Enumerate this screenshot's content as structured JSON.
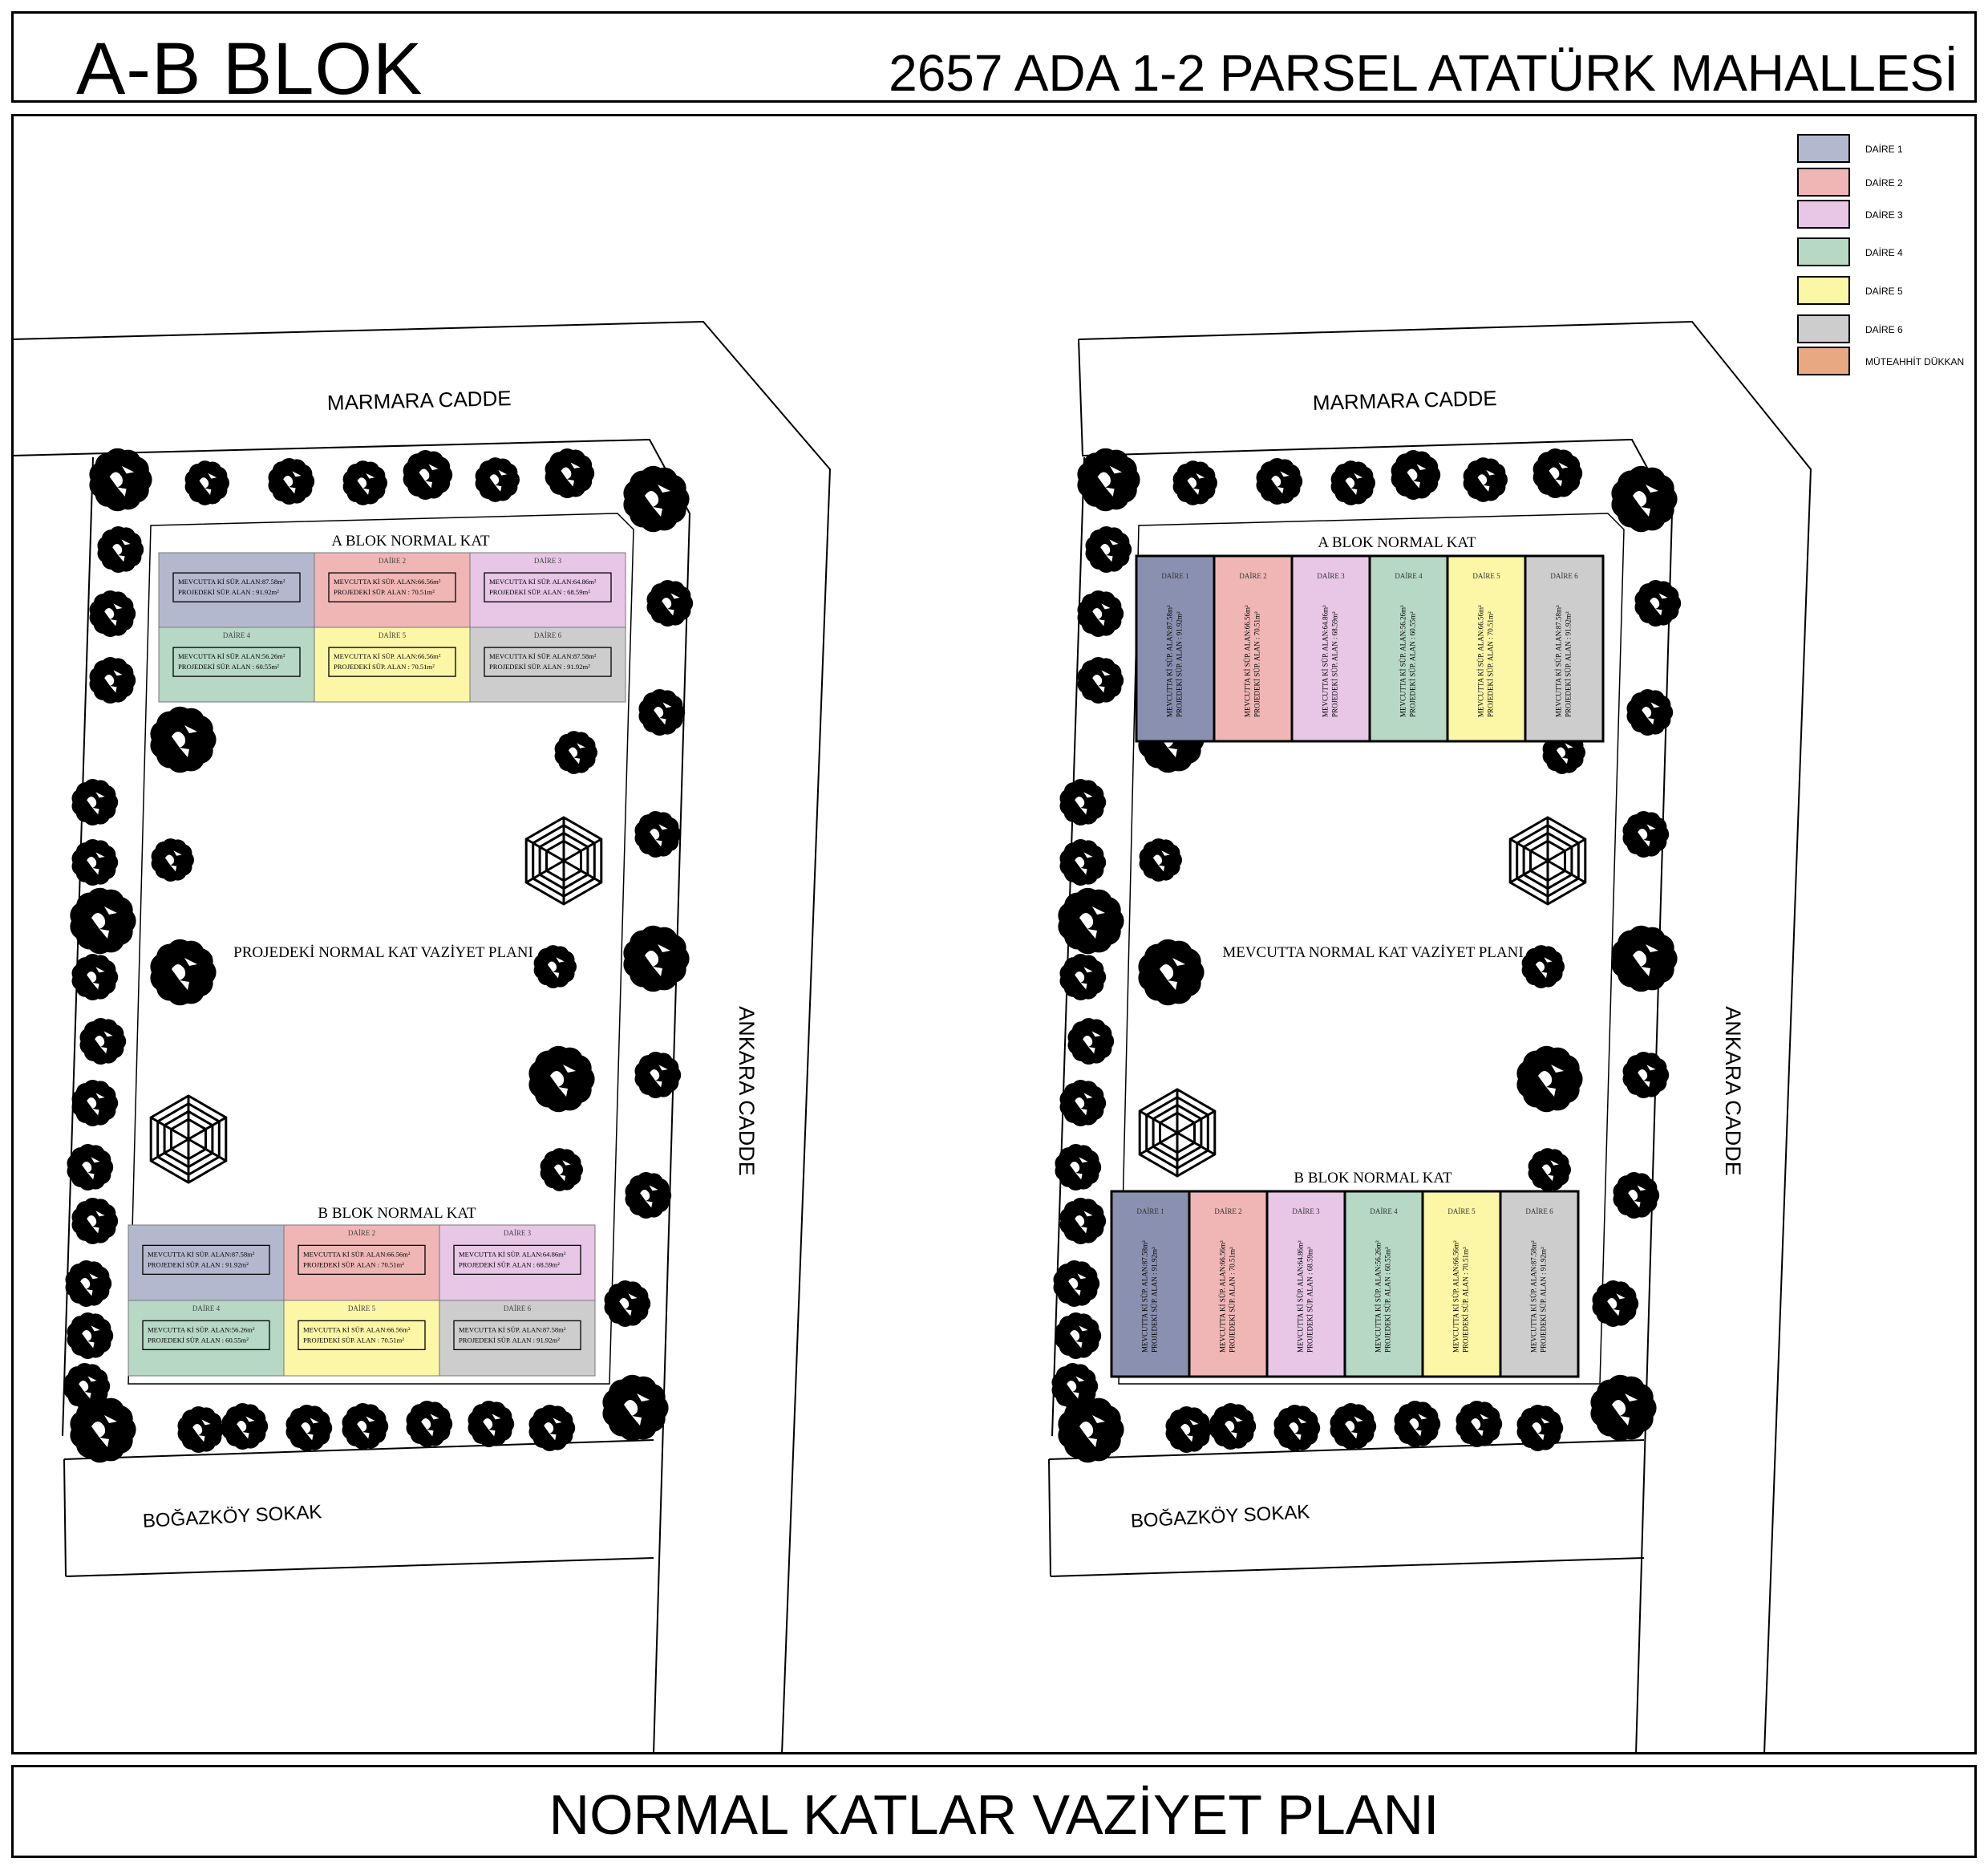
{
  "header": {
    "block_title": "A-B BLOK",
    "project_title": "2657 ADA 1-2 PARSEL ATATÜRK MAHALLESİ"
  },
  "footer": {
    "title": "NORMAL KATLAR  VAZİYET PLANI"
  },
  "streets": {
    "north": "MARMARA CADDE",
    "east": "ANKARA CADDE",
    "south": "BOĞAZKÖY SOKAK"
  },
  "plans": {
    "left": "PROJEDEKİ NORMAL KAT VAZİYET PLANI",
    "right": "MEVCUTTA NORMAL KAT VAZİYET PLANI"
  },
  "blocks": {
    "a": "A BLOK NORMAL KAT",
    "b": "B BLOK NORMAL KAT"
  },
  "legend": [
    {
      "label": "DAİRE 1",
      "color": "#b4b8cf"
    },
    {
      "label": "DAİRE 2",
      "color": "#f0b6b6"
    },
    {
      "label": "DAİRE 3",
      "color": "#e8c6e6"
    },
    {
      "label": "DAİRE 4",
      "color": "#b6d8c4"
    },
    {
      "label": "DAİRE 5",
      "color": "#fbf7a6"
    },
    {
      "label": "DAİRE 6",
      "color": "#cdcdcd"
    },
    {
      "label": "MÜTEAHHİT DÜKKAN",
      "color": "#e8a882"
    }
  ],
  "dark_daire1_color": "#8a91b0",
  "units": [
    {
      "name": "DAİRE 1",
      "existing": "MEVCUTTA Kİ SÜP. ALAN:87.58m²",
      "projected": "PROJEDEKİ SÜP. ALAN : 91.92m²"
    },
    {
      "name": "DAİRE 2",
      "existing": "MEVCUTTA Kİ SÜP. ALAN:66.56m²",
      "projected": "PROJEDEKİ SÜP. ALAN : 70.51m²"
    },
    {
      "name": "DAİRE 3",
      "existing": "MEVCUTTA Kİ SÜP. ALAN:64.86m²",
      "projected": "PROJEDEKİ SÜP. ALAN : 68.59m²"
    },
    {
      "name": "DAİRE 4",
      "existing": "MEVCUTTA Kİ SÜP. ALAN:56.26m²",
      "projected": "PROJEDEKİ SÜP. ALAN : 60.55m²"
    },
    {
      "name": "DAİRE 5",
      "existing": "MEVCUTTA Kİ SÜP. ALAN:66.56m²",
      "projected": "PROJEDEKİ SÜP. ALAN : 70.51m²"
    },
    {
      "name": "DAİRE 6",
      "existing": "MEVCUTTA Kİ SÜP. ALAN:87.58m²",
      "projected": "PROJEDEKİ SÜP. ALAN : 91.92m²"
    }
  ]
}
